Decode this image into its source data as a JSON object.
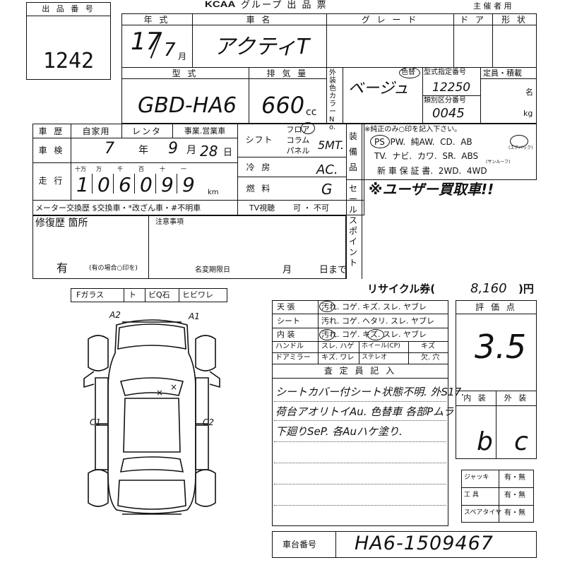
{
  "header": {
    "lot_label": "出 品 番 号",
    "lot_number": "1242",
    "org_logo": "KCAA",
    "org_title": "グループ 出 品 票",
    "host_label": "主 催 者 用"
  },
  "car": {
    "year_label": "年 式",
    "year_value": "17",
    "month_value": "7",
    "month_unit": "月",
    "name_label": "車 名",
    "name_value": "アクティT",
    "grade_label": "グ レ ー ド",
    "door_label": "ド ア",
    "shape_label": "形 状",
    "model_label": "型 式",
    "model_value": "GBD-HA6",
    "disp_label": "排 気 量",
    "disp_value": "660",
    "disp_unit": "cc",
    "color_label": "外装色カラーNo.",
    "color_value": "ベージュ",
    "color_swap_label": "色替",
    "type_label1": "型式指定番号",
    "type_value1": "12250",
    "type_label2": "類別区分番号",
    "type_value2": "0045",
    "capacity_label": "定員・積載",
    "capacity_unit1": "名",
    "capacity_unit2": "kg"
  },
  "history": {
    "label": "車 歴",
    "opt1": "自家用",
    "opt2": "レンタ",
    "opt3": "事業.営業車"
  },
  "inspection": {
    "label": "車 検",
    "year": "7",
    "year_unit": "年",
    "month": "9",
    "month_unit": "月",
    "day": "28",
    "day_unit": "日"
  },
  "mileage": {
    "label": "走 行",
    "units": [
      "十万",
      "万",
      "千",
      "百",
      "十",
      "一"
    ],
    "digits": [
      "1",
      "0",
      "6",
      "0",
      "9",
      "9"
    ],
    "unit": "km"
  },
  "shift": {
    "label": "シフト",
    "options": [
      "フロア",
      "コラム",
      "パネル"
    ],
    "value": "5MT."
  },
  "ac": {
    "label": "冷 房",
    "value": "AC."
  },
  "fuel": {
    "label": "燃 料",
    "value": "G"
  },
  "meter": {
    "text": "メーター交換歴  $交換車・*改ざん車・#不明車"
  },
  "tv": {
    "label": "TV視聴",
    "value": "可 ・ 不可"
  },
  "equipment": {
    "label": "装備品",
    "note": "※純正のみ○印を記入下さい。",
    "row1": "PS  PW.  純AW.  CD.  AB",
    "row1_small": "(エアバック)",
    "row2": "TV.  ナビ.  カワ.  SR.  ABS",
    "row2_small": "(サンルーフ)",
    "row3": "新 車 保 証 書.  2WD.  4WD"
  },
  "sales_point": {
    "label": "セールスポイント",
    "value": "※ユーザー買取車!!"
  },
  "repair": {
    "label": "修復歴  箇所",
    "value": "有",
    "note": "(有の場合○印を)"
  },
  "caution": {
    "label": "注意事項",
    "deadline_label": "名変期限日",
    "month_unit": "月",
    "day_unit": "日まで"
  },
  "glass": {
    "label": "Fガラス",
    "options": [
      "ト",
      "ビQ石",
      "ヒビワレ"
    ]
  },
  "diagram": {
    "marks": [
      "A2",
      "A1",
      "×",
      "×",
      "C1",
      "C2"
    ]
  },
  "recycle": {
    "label": "リサイクル券(",
    "value": "8,160",
    "unit": ")円"
  },
  "condition_rows": [
    {
      "label": "天  張",
      "value": "汚れ. コゲ. キズ. スレ. ヤブレ"
    },
    {
      "label": "シート",
      "value": "汚れ. コゲ. ヘタリ. スレ. ヤブレ"
    },
    {
      "label": "内  装",
      "value": "汚れ. コゲ. キズ. スレ. ヤブレ"
    }
  ],
  "small_rows": [
    {
      "c1": "ハンドル",
      "c2": "スレ. ハゲ",
      "c3": "ホイール(CP)",
      "c4": "キズ"
    },
    {
      "c1": "ドアミラー",
      "c2": "キズ. ワレ",
      "c3": "ステレオ",
      "c4": "欠. 穴"
    }
  ],
  "inspector": {
    "label": "査 定 員 記 入",
    "lines": [
      "シートカバー付シート状態不明.  外S17.",
      "荷台アオリトイAu. 色替車 各部Pムラ",
      "下廻りSeP. 各Auハケ塗り."
    ]
  },
  "score": {
    "label": "評 価 点",
    "value": "3.5",
    "interior_label": "内 装",
    "exterior_label": "外 装",
    "interior_value": "b",
    "exterior_value": "c"
  },
  "accessories": [
    {
      "label": "ジャッキ",
      "value": "有・無"
    },
    {
      "label": "工  具",
      "value": "有・無"
    },
    {
      "label": "スペアタイヤ",
      "value": "有・無"
    }
  ],
  "chassis": {
    "label": "車台番号",
    "value": "HA6-1509467"
  }
}
